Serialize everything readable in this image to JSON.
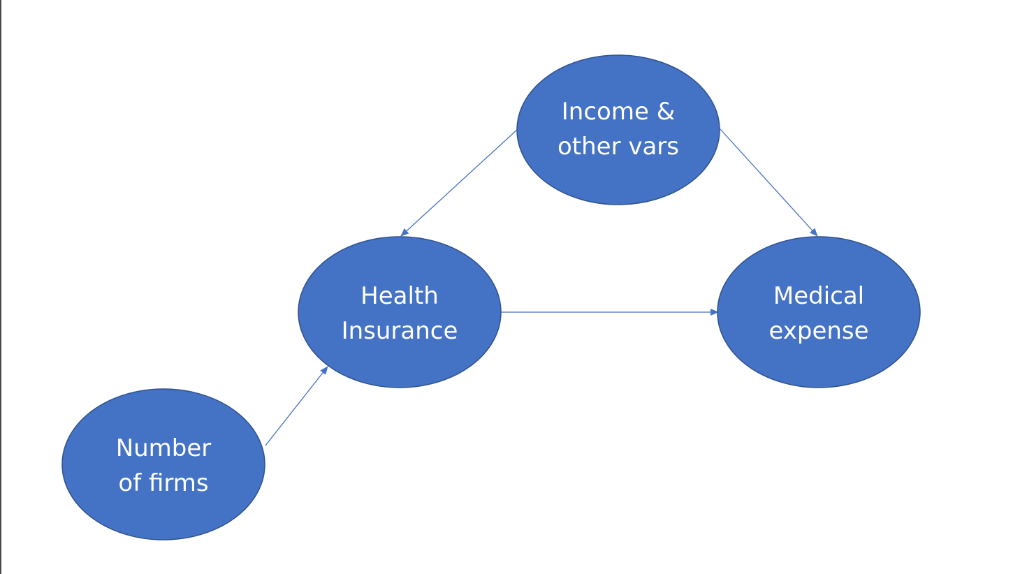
{
  "diagram": {
    "colors": {
      "node_fill": "#4472c4",
      "node_stroke": "#2f528f",
      "edge": "#4472c4",
      "label": "#ffffff",
      "background": "#ffffff"
    },
    "nodes": {
      "income": {
        "line1": "Income &",
        "line2": "other vars"
      },
      "health": {
        "line1": "Health",
        "line2": "Insurance"
      },
      "medical": {
        "line1": "Medical",
        "line2": "expense"
      },
      "firms": {
        "line1": "Number",
        "line2": "of firms"
      }
    },
    "edges": [
      {
        "from": "income",
        "to": "health"
      },
      {
        "from": "income",
        "to": "medical"
      },
      {
        "from": "health",
        "to": "medical"
      },
      {
        "from": "firms",
        "to": "health"
      }
    ]
  }
}
